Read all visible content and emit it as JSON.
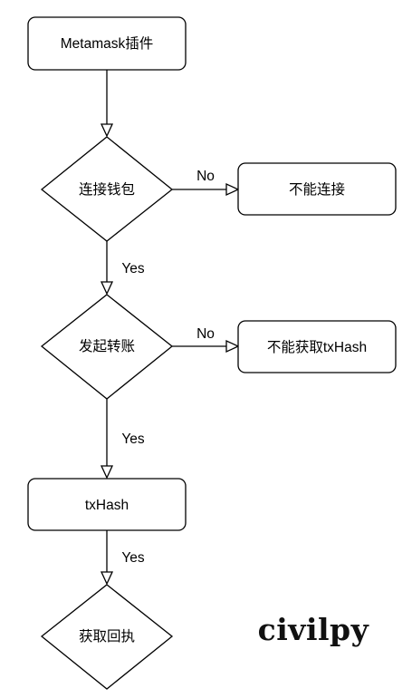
{
  "nodes": {
    "metamask_plugin": "Metamask插件",
    "connect_wallet": "连接钱包",
    "cannot_connect": "不能连接",
    "initiate_transfer": "发起转账",
    "cannot_get_txhash": "不能获取txHash",
    "txhash": "txHash",
    "get_receipt": "获取回执"
  },
  "edges": {
    "connect_no": "No",
    "connect_yes": "Yes",
    "transfer_no": "No",
    "transfer_yes": "Yes",
    "txhash_yes": "Yes"
  },
  "watermark": "civilpy"
}
